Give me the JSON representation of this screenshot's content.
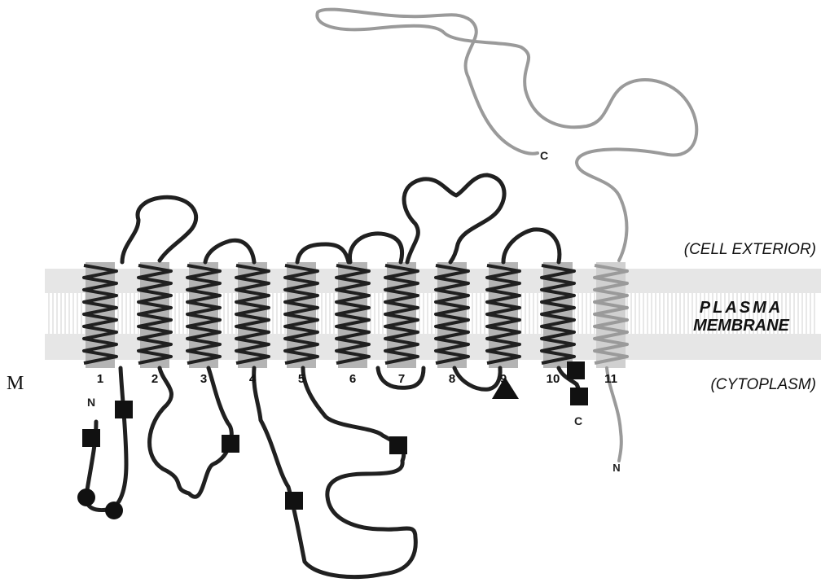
{
  "panel_label": "M",
  "regions": {
    "exterior": "(CELL EXTERIOR)",
    "membrane_line1": "PLASMA",
    "membrane_line2": "MEMBRANE",
    "cytoplasm": "(CYTOPLASM)"
  },
  "helix_numbers": [
    "1",
    "2",
    "3",
    "4",
    "5",
    "6",
    "7",
    "8",
    "9",
    "10",
    "11"
  ],
  "termini": {
    "n_left": "N",
    "c_right": "C",
    "c_top": "C",
    "n_right": "N"
  },
  "colors": {
    "chain": "#202020",
    "chain_faded": "#9a9a9a",
    "helix_fill": "#b4b4b4",
    "membrane_head": "#dcdcdc",
    "marker": "#111111"
  },
  "markers": {
    "square": "square-marker",
    "circle": "circle-marker",
    "triangle": "triangle-marker"
  }
}
